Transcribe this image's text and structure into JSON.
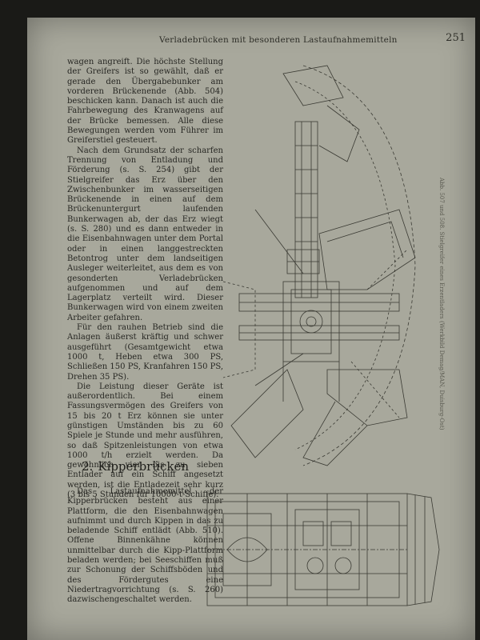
{
  "header": {
    "running_title": "Verladebrücken mit besonderen Lastaufnahmemitteln",
    "page_number": "251"
  },
  "column1": {
    "paragraphs": [
      "wagen angreift. Die höchste Stellung der Greifers ist so gewählt, daß er gerade den Übergabebunker am vorderen Brückenende (Abb. 504) beschicken kann. Danach ist auch die Fahrbewegung des Kranwagens auf der Brücke bemessen. Alle diese Bewegungen werden vom Führer im Greiferstiel gesteuert.",
      "Nach dem Grundsatz der scharfen Trennung von Entladung und Förderung (s. S. 254) gibt der Stielgreifer das Erz über den Zwischenbunker im wasserseitigen Brückenende in einen auf dem Brückenuntergurt laufenden Bunkerwagen ab, der das Erz wiegt (s. S. 280) und es dann entweder in die Eisenbahnwagen unter dem Portal oder in einen langgestreckten Betontrog unter dem landseitigen Ausleger weiterleitet, aus dem es von gesonderten Verladebrücken aufgenommen und auf dem Lagerplatz verteilt wird. Dieser Bunkerwagen wird von einem zweiten Arbeiter gefahren.",
      "Für den rauhen Betrieb sind die Anlagen äußerst kräftig und schwer ausgeführt (Gesamtgewicht etwa 1000 t, Heben etwa 300 PS, Schließen 150 PS, Kranfahren 150 PS, Drehen 35 PS).",
      "Die Leistung dieser Geräte ist außerordentlich. Bei einem Fassungsvermögen des Greifers von 15 bis 20 t Erz können sie unter günstigen Umständen bis zu 60 Spiele je Stunde und mehr ausführen, so daß Spitzenleistungen von etwa 1000 t/h erzielt werden. Da gewöhnlich vier bis zu sieben Entlader auf ein Schiff angesetzt werden, ist die Entladezeit sehr kurz (3 bis 5 Stunden für 10000-t-Schiffe)."
    ]
  },
  "section": {
    "number": "2.",
    "title": "Kipperbrücken"
  },
  "column2": {
    "paragraphs": [
      "Das Lastaufnahmemittel der Kipperbrücken besteht aus einer Plattform, die den Eisenbahnwagen aufnimmt und durch Kippen in das zu beladende Schiff entlädt (Abb. 510). Offene Binnenkähne können unmittelbar durch die Kipp-Plattform beladen werden; bei Seeschiffen muß zur Schonung der Schiffsböden und des Fördergutes eine Niedertragvorrichtung (s. S. 260) dazwischengeschaltet werden."
    ]
  },
  "figure": {
    "caption": "Abb. 507 und 508. Stielgreifer eines Erzentladers (Werkbild Demag/MAN, Duisburg-Ost)"
  }
}
